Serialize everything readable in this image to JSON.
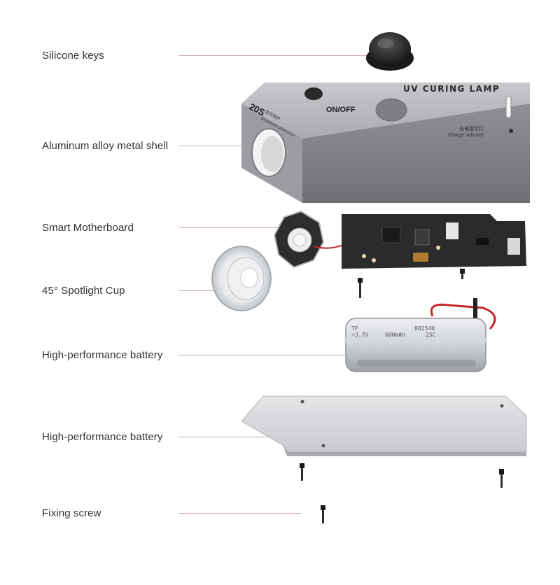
{
  "callouts": [
    {
      "id": "silicone-keys",
      "label": "Silicone keys"
    },
    {
      "id": "metal-shell",
      "label": "Aluminum alloy metal shell"
    },
    {
      "id": "motherboard",
      "label": "Smart Motherboard"
    },
    {
      "id": "spotlight-cup",
      "label": "45° Spotlight Cup"
    },
    {
      "id": "battery",
      "label": "High-performance battery"
    },
    {
      "id": "bottom-plate",
      "label": "High-performance battery"
    },
    {
      "id": "fixing-screw",
      "label": "Fixing screw"
    }
  ],
  "device": {
    "title": "UV CURING LAMP",
    "button_label": "ON/OFF",
    "charge_cn": "充电指示灯",
    "charge_en": "Charge indicator",
    "badge": "20S",
    "badge_cn": "定时保护",
    "badge_en": "Shutdown protection"
  },
  "battery": {
    "line1_left": "TF",
    "line1_right": "802540",
    "line2_a": "+3.7V",
    "line2_b": "600mAh",
    "line2_c": "25C"
  },
  "colors": {
    "leader": "#c9a3b3",
    "shell": "#8d8f94",
    "pcb": "#2b2b2d",
    "wire": "#c62828"
  }
}
